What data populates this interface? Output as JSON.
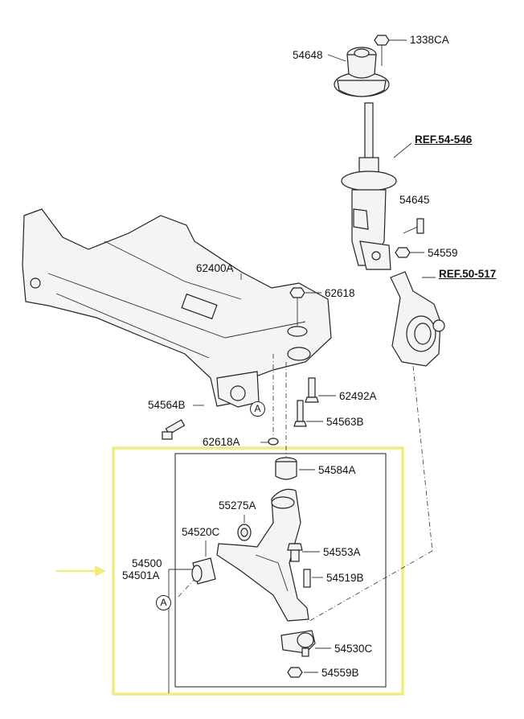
{
  "labels": {
    "p1338CA": "1338CA",
    "p54648": "54648",
    "ref54546": "REF.54-546",
    "p54645": "54645",
    "p54559": "54559",
    "ref50517": "REF.50-517",
    "p62400A": "62400A",
    "p62618": "62618",
    "p62492A": "62492A",
    "p54564B": "54564B",
    "p54563B": "54563B",
    "p62618A": "62618A",
    "p54584A": "54584A",
    "p55275A": "55275A",
    "p54520C": "54520C",
    "p54500": "54500",
    "p54501A": "54501A",
    "p54553A": "54553A",
    "p54519B": "54519B",
    "p54530C": "54530C",
    "p54559B": "54559B",
    "markerA1": "A",
    "markerA2": "A"
  },
  "colors": {
    "highlight_box": "#f2ec7a",
    "arrow": "#f2ec7a",
    "line": "#222222"
  }
}
